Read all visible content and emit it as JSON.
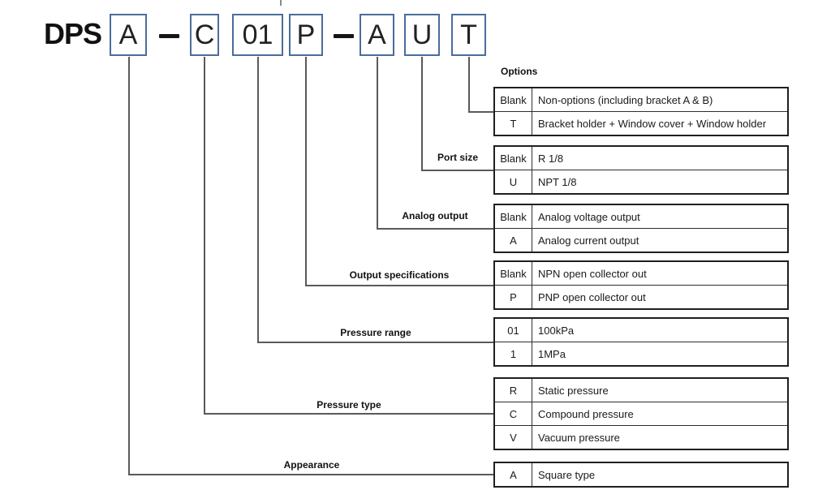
{
  "title_prefix": "DPS",
  "code_boxes": [
    {
      "char": "A"
    },
    {
      "char": "C"
    },
    {
      "char": "01"
    },
    {
      "char": "P"
    },
    {
      "char": "A"
    },
    {
      "char": "U"
    },
    {
      "char": "T"
    }
  ],
  "dashes": [
    "–",
    "–"
  ],
  "groups": [
    {
      "label": "Options",
      "rows": [
        {
          "key": "Blank",
          "value": "Non-options (including bracket A & B)"
        },
        {
          "key": "T",
          "value": "Bracket holder + Window cover + Window holder"
        }
      ]
    },
    {
      "label": "Port size",
      "rows": [
        {
          "key": "Blank",
          "value": "R 1/8"
        },
        {
          "key": "U",
          "value": "NPT 1/8"
        }
      ]
    },
    {
      "label": "Analog output",
      "rows": [
        {
          "key": "Blank",
          "value": "Analog voltage output"
        },
        {
          "key": "A",
          "value": "Analog current output"
        }
      ]
    },
    {
      "label": "Output specifications",
      "rows": [
        {
          "key": "Blank",
          "value": "NPN open collector out"
        },
        {
          "key": "P",
          "value": "PNP open collector out"
        }
      ]
    },
    {
      "label": "Pressure range",
      "rows": [
        {
          "key": "01",
          "value": "100kPa"
        },
        {
          "key": "1",
          "value": "1MPa"
        }
      ]
    },
    {
      "label": "Pressure type",
      "rows": [
        {
          "key": "R",
          "value": "Static pressure"
        },
        {
          "key": "C",
          "value": "Compound pressure"
        },
        {
          "key": "V",
          "value": "Vacuum pressure"
        }
      ]
    },
    {
      "label": "Appearance",
      "rows": [
        {
          "key": "A",
          "value": "Square type"
        }
      ]
    }
  ],
  "colors": {
    "box_border": "#4a6d9b",
    "connector_line": "#5a5a5a",
    "table_border": "#1f1f1f",
    "text": "#1a1a1a"
  }
}
